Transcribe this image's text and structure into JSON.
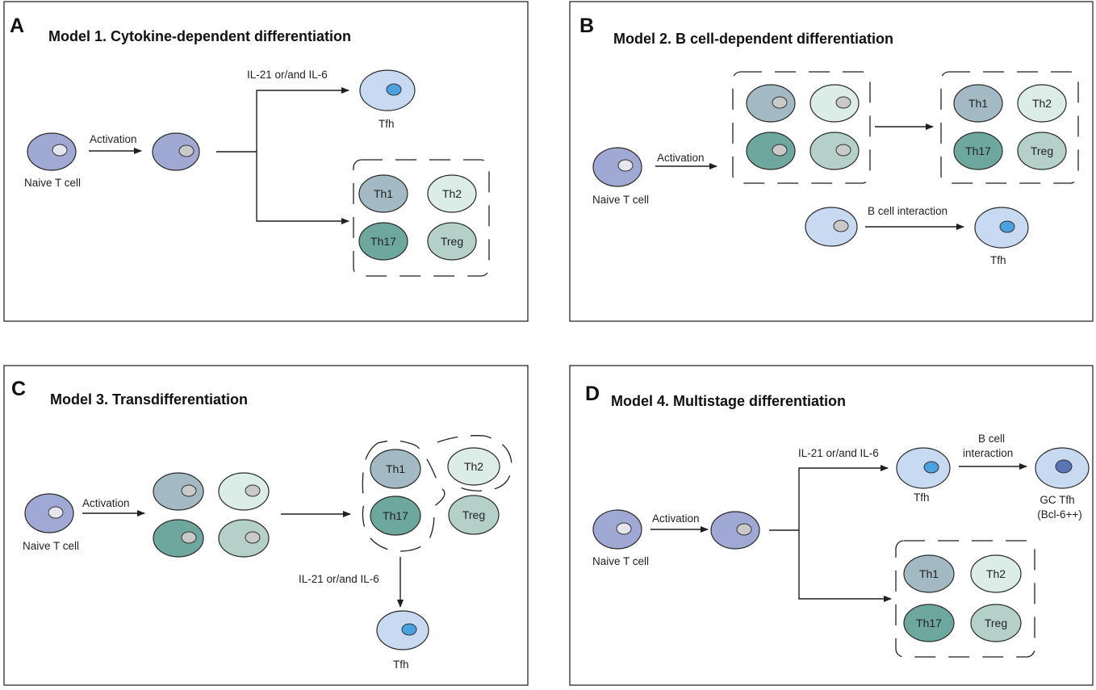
{
  "colors": {
    "naive": "#9fa9d3",
    "th1": "#a3bac5",
    "th2": "#dcece6",
    "th17": "#6ea79e",
    "treg": "#b5d0c9",
    "tfh": "#c8daf2",
    "nucleus_grey": "#c9c9c9",
    "nucleus_light": "#e6e6ee",
    "nucleus_blue": "#4aa3e0",
    "nucleus_dark": "#5a74b5"
  },
  "icons": [
    "arrow-right-icon",
    "arrow-down-icon",
    "cell-icon"
  ],
  "panels": {
    "a": {
      "letter": "A",
      "title": "Model 1. Cytokine-dependent differentiation",
      "naive_label": "Naive T cell",
      "activation_label": "Activation",
      "cytokine_label": "IL-21 or/and IL-6",
      "tfh_label": "Tfh",
      "th1": "Th1",
      "th2": "Th2",
      "th17": "Th17",
      "treg": "Treg"
    },
    "b": {
      "letter": "B",
      "title": "Model 2. B cell-dependent differentiation",
      "naive_label": "Naive T cell",
      "activation_label": "Activation",
      "interaction_label": "B cell interaction",
      "tfh_label": "Tfh",
      "th1": "Th1",
      "th2": "Th2",
      "th17": "Th17",
      "treg": "Treg"
    },
    "c": {
      "letter": "C",
      "title": "Model 3. Transdifferentiation",
      "naive_label": "Naive T cell",
      "activation_label": "Activation",
      "cytokine_label": "IL-21 or/and IL-6",
      "tfh_label": "Tfh",
      "th1": "Th1",
      "th2": "Th2",
      "th17": "Th17",
      "treg": "Treg"
    },
    "d": {
      "letter": "D",
      "title": "Model 4. Multistage differentiation",
      "naive_label": "Naive T cell",
      "activation_label": "Activation",
      "cytokine_label": "IL-21 or/and IL-6",
      "interaction_line1": "B cell",
      "interaction_line2": "interaction",
      "tfh_label": "Tfh",
      "gc_tfh_line1": "GC Tfh",
      "gc_tfh_line2": "(Bcl-6++)",
      "th1": "Th1",
      "th2": "Th2",
      "th17": "Th17",
      "treg": "Treg"
    }
  }
}
